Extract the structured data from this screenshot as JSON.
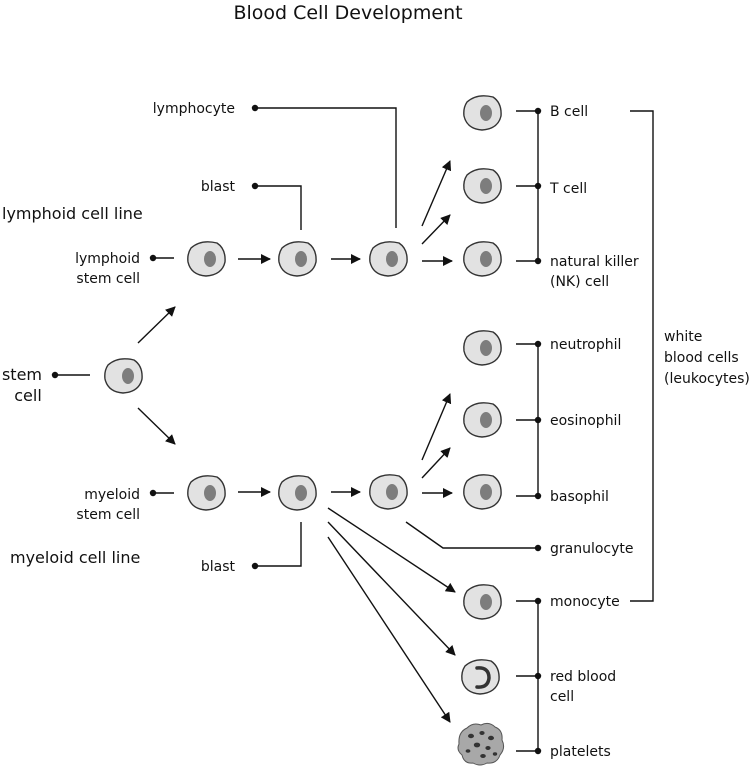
{
  "title": "Blood Cell Development",
  "group_labels": {
    "lymphoid_line": "lymphoid cell line",
    "myeloid_line": "myeloid cell line"
  },
  "left_labels": {
    "stem_cell": [
      "stem",
      "cell"
    ],
    "lymphoid_stem_cell": [
      "lymphoid",
      "stem cell"
    ],
    "myeloid_stem_cell": [
      "myeloid",
      "stem cell"
    ]
  },
  "branch_labels": {
    "lymphocyte": "lymphocyte",
    "lymphoid_blast": "blast",
    "myeloid_blast": "blast"
  },
  "cell_labels": {
    "b_cell": "B cell",
    "t_cell": "T cell",
    "nk_cell": [
      "natural killer",
      "(NK) cell"
    ],
    "neutrophil": "neutrophil",
    "eosinophil": "eosinophil",
    "basophil": "basophil",
    "granulocyte": "granulocyte",
    "monocyte": "monocyte",
    "red_blood_cell": [
      "red blood",
      "cell"
    ],
    "platelets": "platelets"
  },
  "bracket_label": [
    "white",
    "blood cells",
    "(leukocytes)"
  ],
  "colors": {
    "cell_fill": "#e2e2e2",
    "nucleus": "#7d7d7d",
    "line": "#111111"
  }
}
